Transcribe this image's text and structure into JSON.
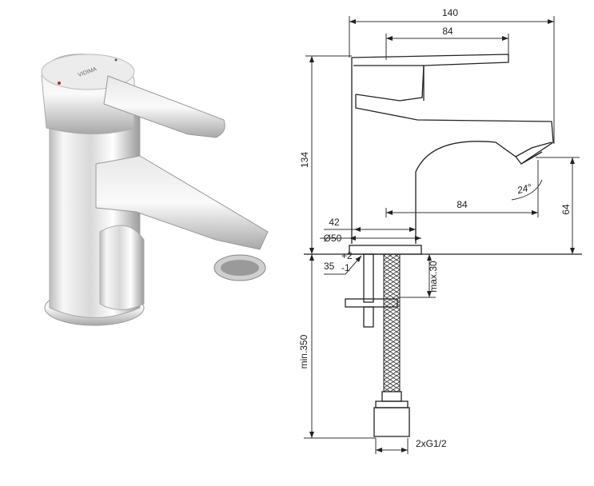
{
  "product": {
    "brand_logo": "VIDIMA"
  },
  "dimensions": {
    "overall_length": "140",
    "handle_length": "84",
    "overall_height": "134",
    "spout_reach": "84",
    "spout_angle": "24°",
    "spout_height": "64",
    "body_offset": "42",
    "base_diameter": "Ø50",
    "hole_diameter": "35",
    "hole_tolerance_plus": "+2",
    "hole_tolerance_minus": "-1",
    "max_deck_thickness": "max.30",
    "hose_length": "min.350",
    "connection": "2xG1/2"
  },
  "colors": {
    "line": "#222222",
    "chrome_light": "#f2f2f2",
    "chrome_dark": "#8a8a8a"
  }
}
